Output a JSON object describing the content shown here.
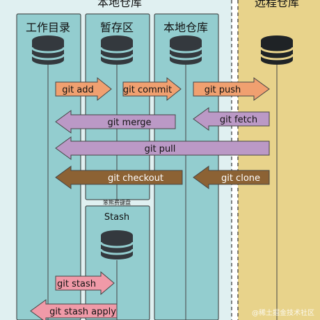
{
  "regions": {
    "local_group_title": "本地仓库",
    "remote_title": "远程仓库"
  },
  "columns": {
    "working_dir": "工作目录",
    "staging": "暂存区",
    "local_repo": "本地仓库",
    "stash_title": "Stash",
    "stash_caption": "笨熊费键盘"
  },
  "commands": {
    "git_add": "git add",
    "git_commit": "git commit",
    "git_push": "git push",
    "git_merge": "git merge",
    "git_fetch": "git fetch",
    "git_pull": "git pull",
    "git_checkout": "git checkout",
    "git_clone": "git clone",
    "git_stash": "git stash",
    "git_stash_apply": "git stash apply"
  },
  "watermark": "@稀土掘金技术社区",
  "colors": {
    "local_bg": "#e0f0f1",
    "lane_bg": "#93cdcf",
    "remote_bg": "#e8d38b",
    "orange_arrow": "#f0a070",
    "purple_arrow": "#bb99c6",
    "brown_arrow": "#8c6234",
    "pink_arrow": "#f09aa8",
    "db_dark": "#34393e",
    "db_remote": "#1f2326"
  }
}
